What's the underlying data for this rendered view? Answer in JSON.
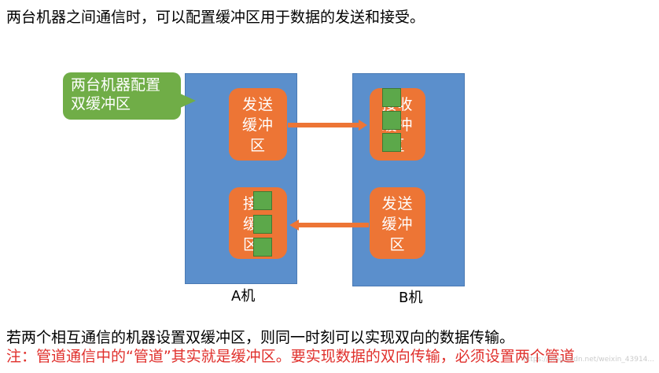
{
  "intro": "两台机器之间通信时，可以配置缓冲区用于数据的发送和接受。",
  "callout": "两台机器配置\n双缓冲区",
  "machine_a": {
    "label": "A机",
    "send_buffer": [
      "发送",
      "缓冲",
      "区"
    ],
    "recv_buffer": [
      "接",
      "缓",
      "区"
    ]
  },
  "machine_b": {
    "label": "B机",
    "recv_buffer": [
      "接收",
      "缓冲",
      "区"
    ],
    "send_buffer": [
      "发送",
      "缓冲",
      "区"
    ]
  },
  "summary": "若两个相互通信的机器设置双缓冲区，则同一时刻可以实现双向的数据传输。",
  "note": "注：管道通信中的“管道”其实就是缓冲区。要实现数据的双向传输，必须设置两个管道",
  "watermark": "https://blog.csdn.net/weixin_43914...",
  "colors": {
    "machine": "#5b8fcc",
    "buffer": "#ed7535",
    "slot": "#5ca84a",
    "callout": "#70ad47",
    "note": "#e0302c"
  }
}
